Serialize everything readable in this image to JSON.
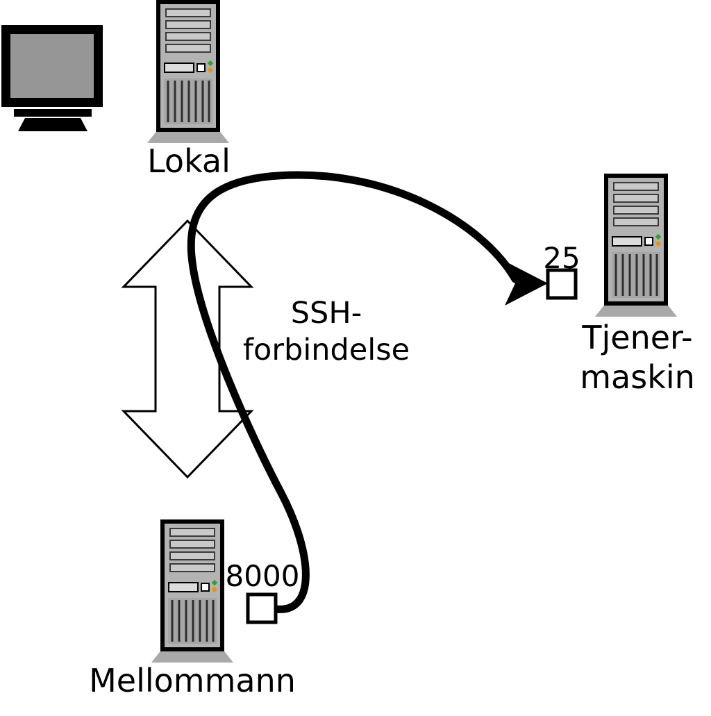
{
  "diagram": {
    "nodes": {
      "local": {
        "label": "Lokal"
      },
      "server": {
        "label": "Tjener-\nmaskin",
        "port_label": "25"
      },
      "middleman": {
        "label": "Mellommann",
        "port_label": "8000"
      }
    },
    "connection": {
      "label": "SSH-\nforbindelse"
    },
    "icons": {
      "monitor": "monitor-icon",
      "local_computer": "tower-computer-icon",
      "server_computer": "tower-computer-icon",
      "middleman_computer": "tower-computer-icon",
      "ssh_link": "double-headed-arrow-icon",
      "tunnel": "curved-tunnel-arrow-icon",
      "server_port": "port-square",
      "middleman_port": "port-square"
    },
    "colors": {
      "background": "#ffffff",
      "tower_fill": "#b3b3b3",
      "tower_base": "#a9a9a9",
      "monitor_screen": "#969696",
      "outline": "#000000",
      "arrow_fill": "#ffffff",
      "led_green": "#33a02c",
      "led_amber": "#e69500"
    }
  }
}
